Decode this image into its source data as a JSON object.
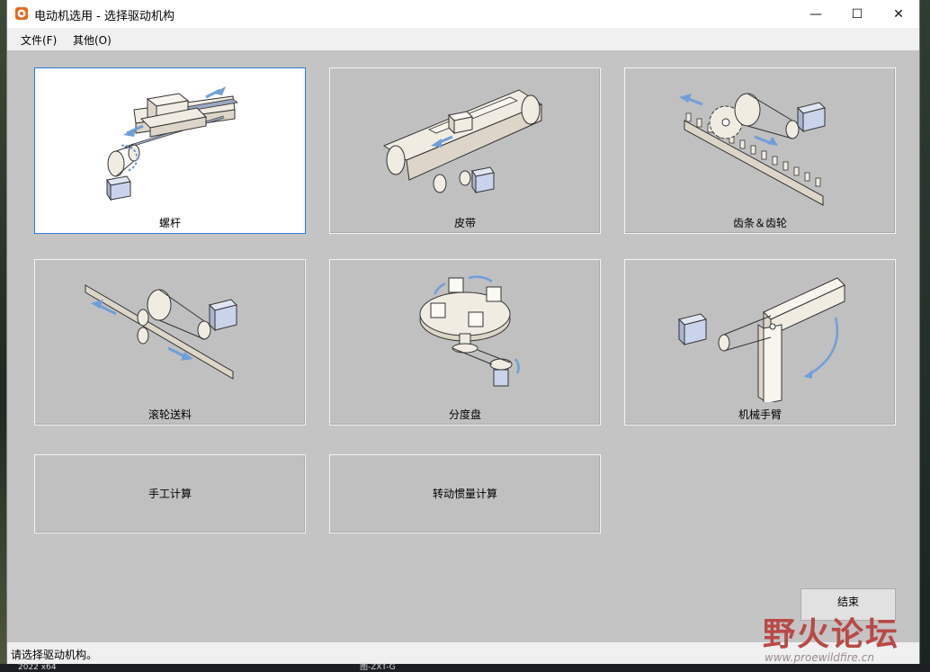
{
  "window": {
    "title": "电动机选用 - 选择驱动机构",
    "minimize": "—",
    "maximize": "☐",
    "close": "✕"
  },
  "menu": {
    "file": "文件(F)",
    "other": "其他(O)"
  },
  "mechanisms": [
    {
      "label": "螺杆",
      "icon": "screw-drive-illustration",
      "selected": true
    },
    {
      "label": "皮带",
      "icon": "belt-conveyor-illustration",
      "selected": false
    },
    {
      "label": "齿条＆齿轮",
      "icon": "rack-pinion-illustration",
      "selected": false
    },
    {
      "label": "滚轮送料",
      "icon": "roller-feed-illustration",
      "selected": false
    },
    {
      "label": "分度盘",
      "icon": "index-table-illustration",
      "selected": false
    },
    {
      "label": "机械手臂",
      "icon": "robot-arm-illustration",
      "selected": false
    }
  ],
  "calculators": [
    {
      "label": "手工计算"
    },
    {
      "label": "转动惯量计算"
    }
  ],
  "end_button": "结束",
  "status": "请选择驱动机构。",
  "watermark": {
    "text": "野火论坛",
    "url": "www.proewildfire.cn"
  },
  "taskbar": {
    "left": "2022 x64",
    "middle": "图-ZXT-G"
  },
  "colors": {
    "accent": "#2a7ad6",
    "arrow": "#6f9fd8",
    "part": "#f1ece2",
    "motor": "#c9d3ea"
  }
}
